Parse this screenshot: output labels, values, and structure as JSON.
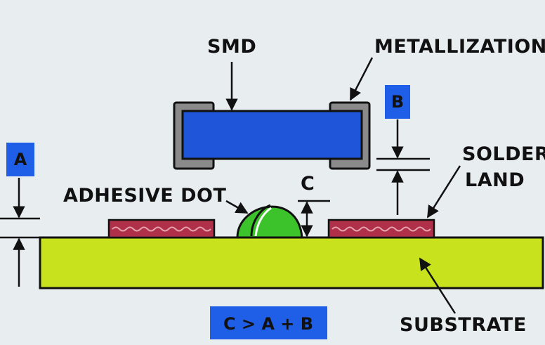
{
  "labels": {
    "smd": "SMD",
    "metallization": "METALLIZATION",
    "solder_land_line1": "SOLDER",
    "solder_land_line2": "LAND",
    "adhesive_dot": "ADHESIVE DOT",
    "substrate": "SUBSTRATE",
    "gap_a": "A",
    "gap_b": "B",
    "gap_c": "C",
    "formula": "C > A + B"
  },
  "colors": {
    "background": "#e8edf0",
    "substrate": "#c8e21e",
    "component_body": "#1f55d8",
    "metallization": "#8a8a8a",
    "solder_land": "#b0304a",
    "adhesive": "#3cc22a",
    "label_box": "#1f5ee6"
  }
}
